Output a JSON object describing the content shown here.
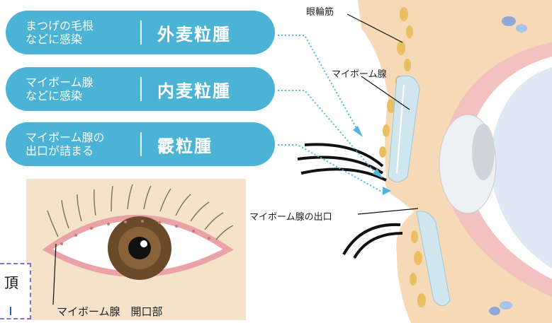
{
  "pills": [
    {
      "desc": [
        "まつげの毛根",
        "などに感染"
      ],
      "name": "外麦粒腫"
    },
    {
      "desc": [
        "マイボーム腺",
        "などに感染"
      ],
      "name": "内麦粒腫"
    },
    {
      "desc": [
        "マイボーム腺の",
        "出口が詰まる"
      ],
      "name": "霰粒腫"
    }
  ],
  "labels": {
    "orbicularis": "眼輪筋",
    "meibomian_gland": "マイボーム腺",
    "gland_exit": "マイボーム腺の出口",
    "eye_opening": "マイボーム腺　開口部"
  },
  "fragment": {
    "text": "頂"
  },
  "colors": {
    "pill": "#4bb3d6",
    "arrow": "#4fb5dc",
    "skin": "#f6d9b6",
    "fat": "#e9bf62",
    "lid_rim": "#e9a3a7",
    "gland": "#cfe6ee",
    "iris": "#6b4a2a",
    "cornea": "#dfe9f5",
    "inset_bg": "#f4e2cb"
  }
}
